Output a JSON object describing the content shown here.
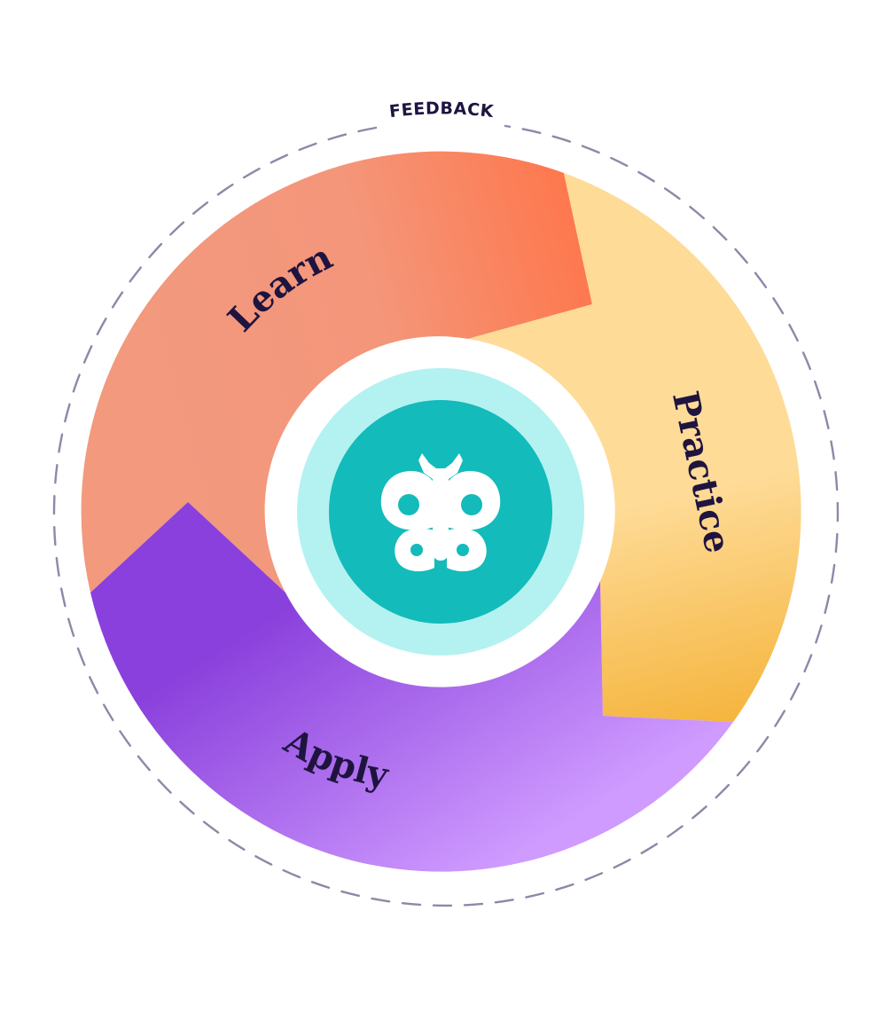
{
  "feedback": {
    "label": "FEEDBACK"
  },
  "stages": [
    {
      "id": "learn",
      "label": "Learn"
    },
    {
      "id": "practice",
      "label": "Practice"
    },
    {
      "id": "apply",
      "label": "Apply"
    }
  ],
  "center": {
    "icon": "butterfly-icon"
  },
  "colors": {
    "text": "#1f1440",
    "dashed_ring": "#8a8aa8",
    "learn_start": "#f2997e",
    "learn_end": "#ff7448",
    "practice_start": "#fedb97",
    "practice_end": "#f5b43c",
    "apply_start": "#8a40dc",
    "apply_end": "#cf9bff",
    "center_ring_white": "#ffffff",
    "center_ring_light": "#b3f2f0",
    "center_teal": "#13bbbb"
  }
}
